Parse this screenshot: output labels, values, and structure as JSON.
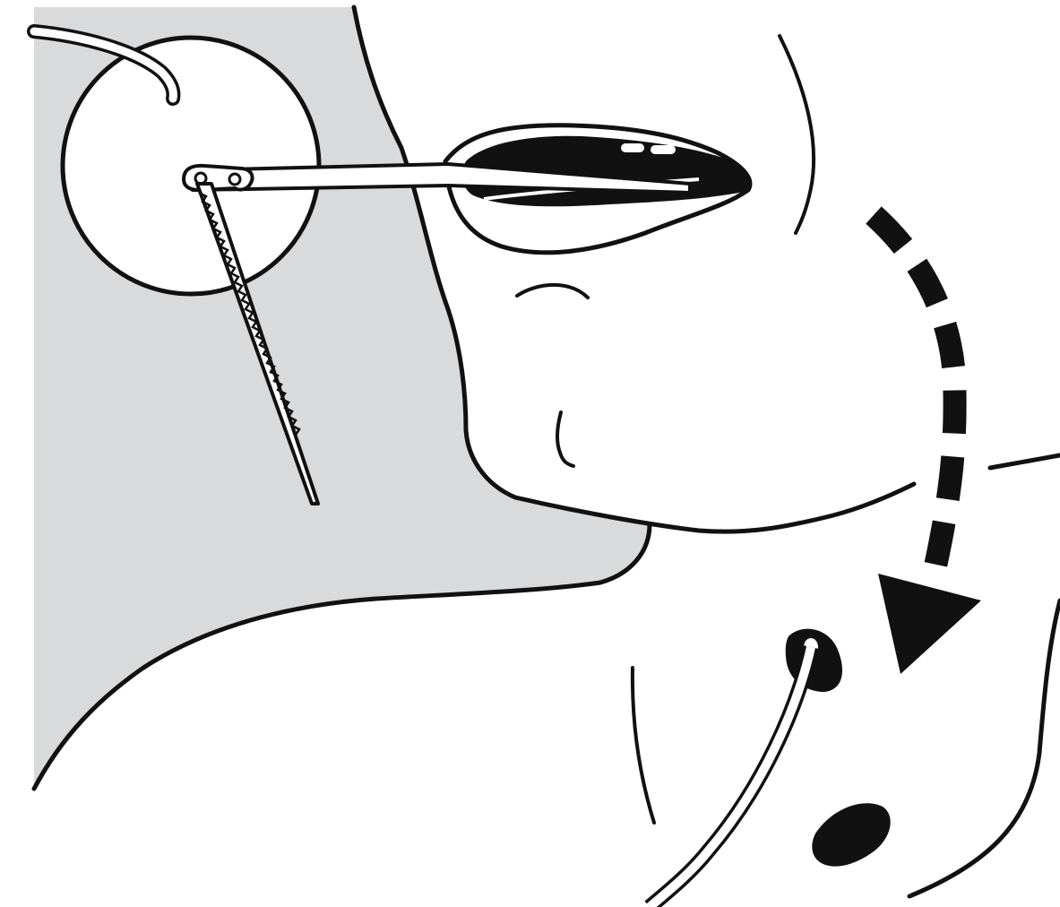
{
  "figure": {
    "description_visible_text": "",
    "colors": {
      "background": "#ffffff",
      "shade": "#d9dadc",
      "ink": "#111111",
      "tube_fill": "#ffffff"
    },
    "elements": [
      "face-profile",
      "shaded-background",
      "mouth",
      "stylet-probe",
      "wire-guide",
      "dashed-path-arrow",
      "tube",
      "stoma"
    ]
  }
}
